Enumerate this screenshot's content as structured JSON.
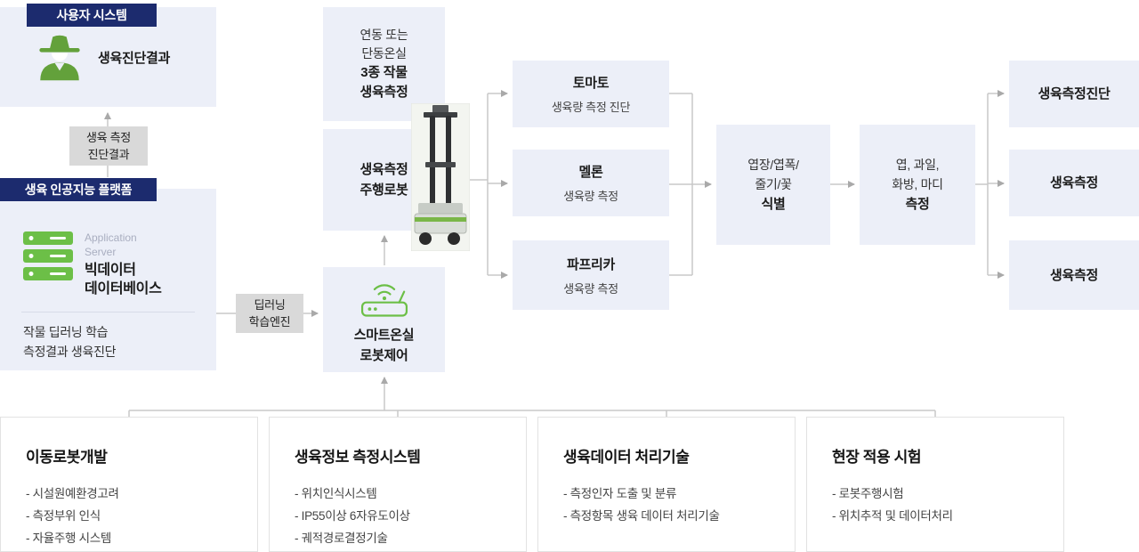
{
  "colors": {
    "navy": "#1c2b6e",
    "green": "#6cbf47",
    "box_bg": "#eceff8",
    "label_bg": "#d9d9d9",
    "line": "#c8c8c8"
  },
  "user_system": {
    "badge": "사용자 시스템",
    "result": "생육진단결과"
  },
  "labels": {
    "measure_result": "생육 측정\n진단결과",
    "deep_learning": "딥러닝\n학습엔진"
  },
  "platform": {
    "badge": "생육 인공지능 플랫폼",
    "server_caption": "Application\nServer",
    "db_title": "빅데이터\n데이터베이스",
    "desc": "작물 딥러닝 학습\n측정결과 생육진단"
  },
  "greenhouse": {
    "top": "연동 또는\n단동온실",
    "bottom": "3종 작물\n생육측정"
  },
  "robot": {
    "label": "생육측정\n주행로봇"
  },
  "control": {
    "label": "스마트온실\n로봇제어"
  },
  "crops": [
    {
      "name": "토마토",
      "desc": "생육량 측정 진단"
    },
    {
      "name": "멜론",
      "desc": "생육량 측정"
    },
    {
      "name": "파프리카",
      "desc": "생육량 측정"
    }
  ],
  "identify": {
    "top": "엽장/엽폭/\n줄기/꽃",
    "bold": "식별"
  },
  "measure": {
    "top": "엽, 과일,\n화방, 마디",
    "bold": "측정"
  },
  "outputs": [
    {
      "label": "생육측정진단"
    },
    {
      "label": "생육측정"
    },
    {
      "label": "생육측정"
    }
  ],
  "tasks": [
    {
      "title": "이동로봇개발",
      "items": [
        "- 시설원예환경고려",
        "- 측정부위 인식",
        "- 자율주행 시스템"
      ]
    },
    {
      "title": "생육정보 측정시스템",
      "items": [
        "- 위치인식시스템",
        "- IP55이상 6자유도이상",
        "- 궤적경로결정기술"
      ]
    },
    {
      "title": "생육데이터 처리기술",
      "items": [
        "- 측정인자 도출 및 분류",
        "- 측정항목 생육 데이터 처리기술"
      ]
    },
    {
      "title": "현장 적용 시험",
      "items": [
        "- 로봇주행시험",
        "- 위치추적 및 데이터처리"
      ]
    }
  ]
}
